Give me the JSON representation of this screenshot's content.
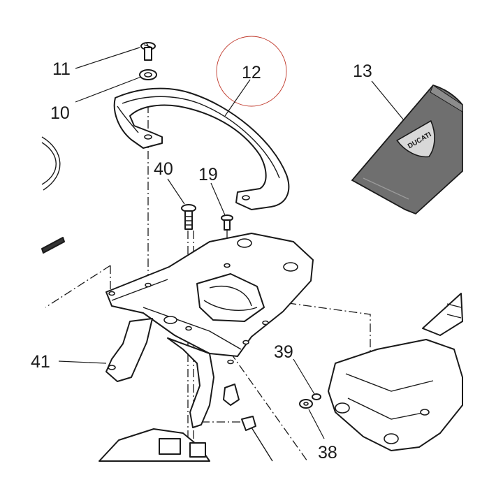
{
  "diagram": {
    "callouts": [
      {
        "id": "11",
        "text": "11"
      },
      {
        "id": "10",
        "text": "10"
      },
      {
        "id": "12",
        "text": "12"
      },
      {
        "id": "13",
        "text": "13"
      },
      {
        "id": "40",
        "text": "40"
      },
      {
        "id": "19",
        "text": "19"
      },
      {
        "id": "41",
        "text": "41"
      },
      {
        "id": "39",
        "text": "39"
      },
      {
        "id": "38",
        "text": "38"
      }
    ],
    "logo_text": "DUCATI",
    "highlight_color": "#c0392b",
    "line_color": "#1a1a1a",
    "cover_fill": "#6f6f6f"
  }
}
